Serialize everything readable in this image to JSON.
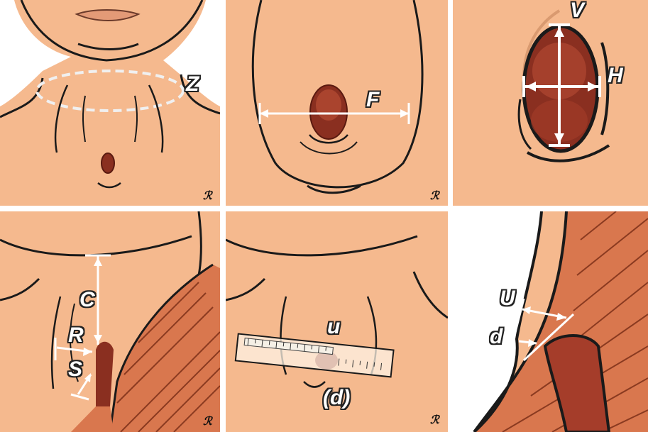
{
  "labels": {
    "z": "Z",
    "f": "F",
    "v": "V",
    "h": "H",
    "c": "C",
    "r": "R",
    "s": "S",
    "u_panel5": "u",
    "d_panel5": "(d)",
    "u_panel6": "U",
    "d_panel6": "d"
  },
  "signature": "ℛ",
  "colors": {
    "skin": "#f5b98e",
    "wound": "#8a2f20",
    "wound_highlight": "#b84d35",
    "hatch": "#d9774e",
    "outline": "#1a1a1a"
  }
}
